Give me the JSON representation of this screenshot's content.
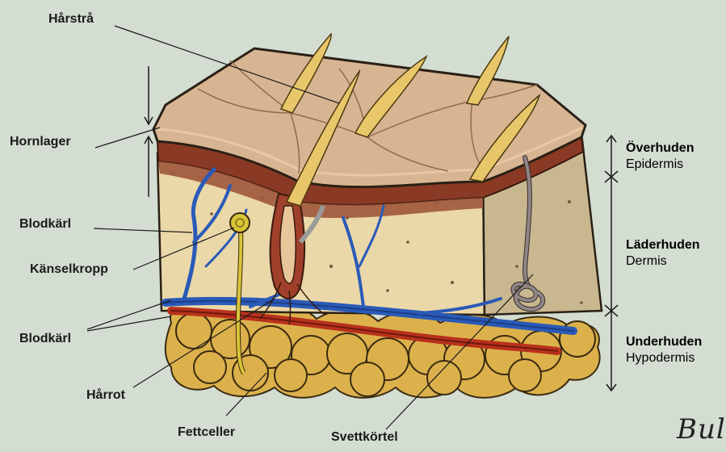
{
  "labels": {
    "harstra": "Hårstrå",
    "hornlager": "Hornlager",
    "blodkarl_upper": "Blodkärl",
    "kanselkropp": "Känselkropp",
    "blodkarl_lower": "Blodkärl",
    "harrot": "Hårrot",
    "fettceller": "Fettceller",
    "svettkortel": "Svettkörtel"
  },
  "layers": [
    {
      "name": "Överhuden",
      "latin": "Epidermis"
    },
    {
      "name": "Läderhuden",
      "latin": "Dermis"
    },
    {
      "name": "Underhuden",
      "latin": "Hypodermis"
    }
  ],
  "signature": "Bul",
  "colors": {
    "background": "#d3ddd1",
    "surface": "#d8b592",
    "epidermis_band": "#8a3a24",
    "dermis": "#ead8a8",
    "fat": "#dcb14c",
    "artery": "#b8301c",
    "vein": "#2a5ab8",
    "nerve": "#d9c43a",
    "gland": "#8f8585"
  }
}
